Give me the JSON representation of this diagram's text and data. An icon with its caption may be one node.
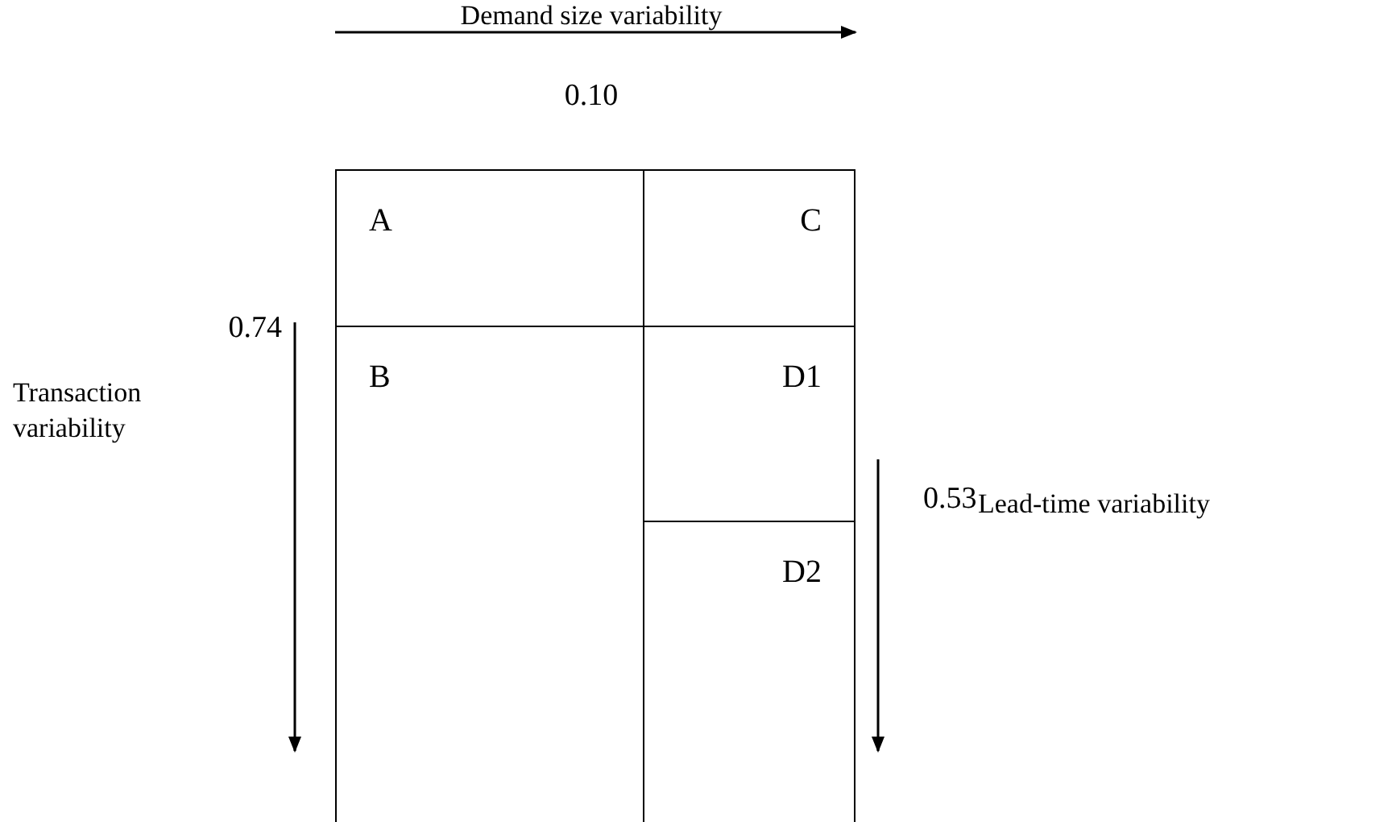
{
  "diagram": {
    "nodes": [
      {
        "text": [
          "A"
        ]
      },
      {
        "text": [
          "C"
        ]
      },
      {
        "text": [
          "B"
        ]
      },
      {
        "text": [
          "D1"
        ]
      },
      {
        "text": [
          "D2"
        ]
      }
    ],
    "labels": [
      "Demand size variability",
      "0.10",
      "0.74",
      "Transaction variability",
      "0.53",
      "Lead-time variability"
    ]
  }
}
